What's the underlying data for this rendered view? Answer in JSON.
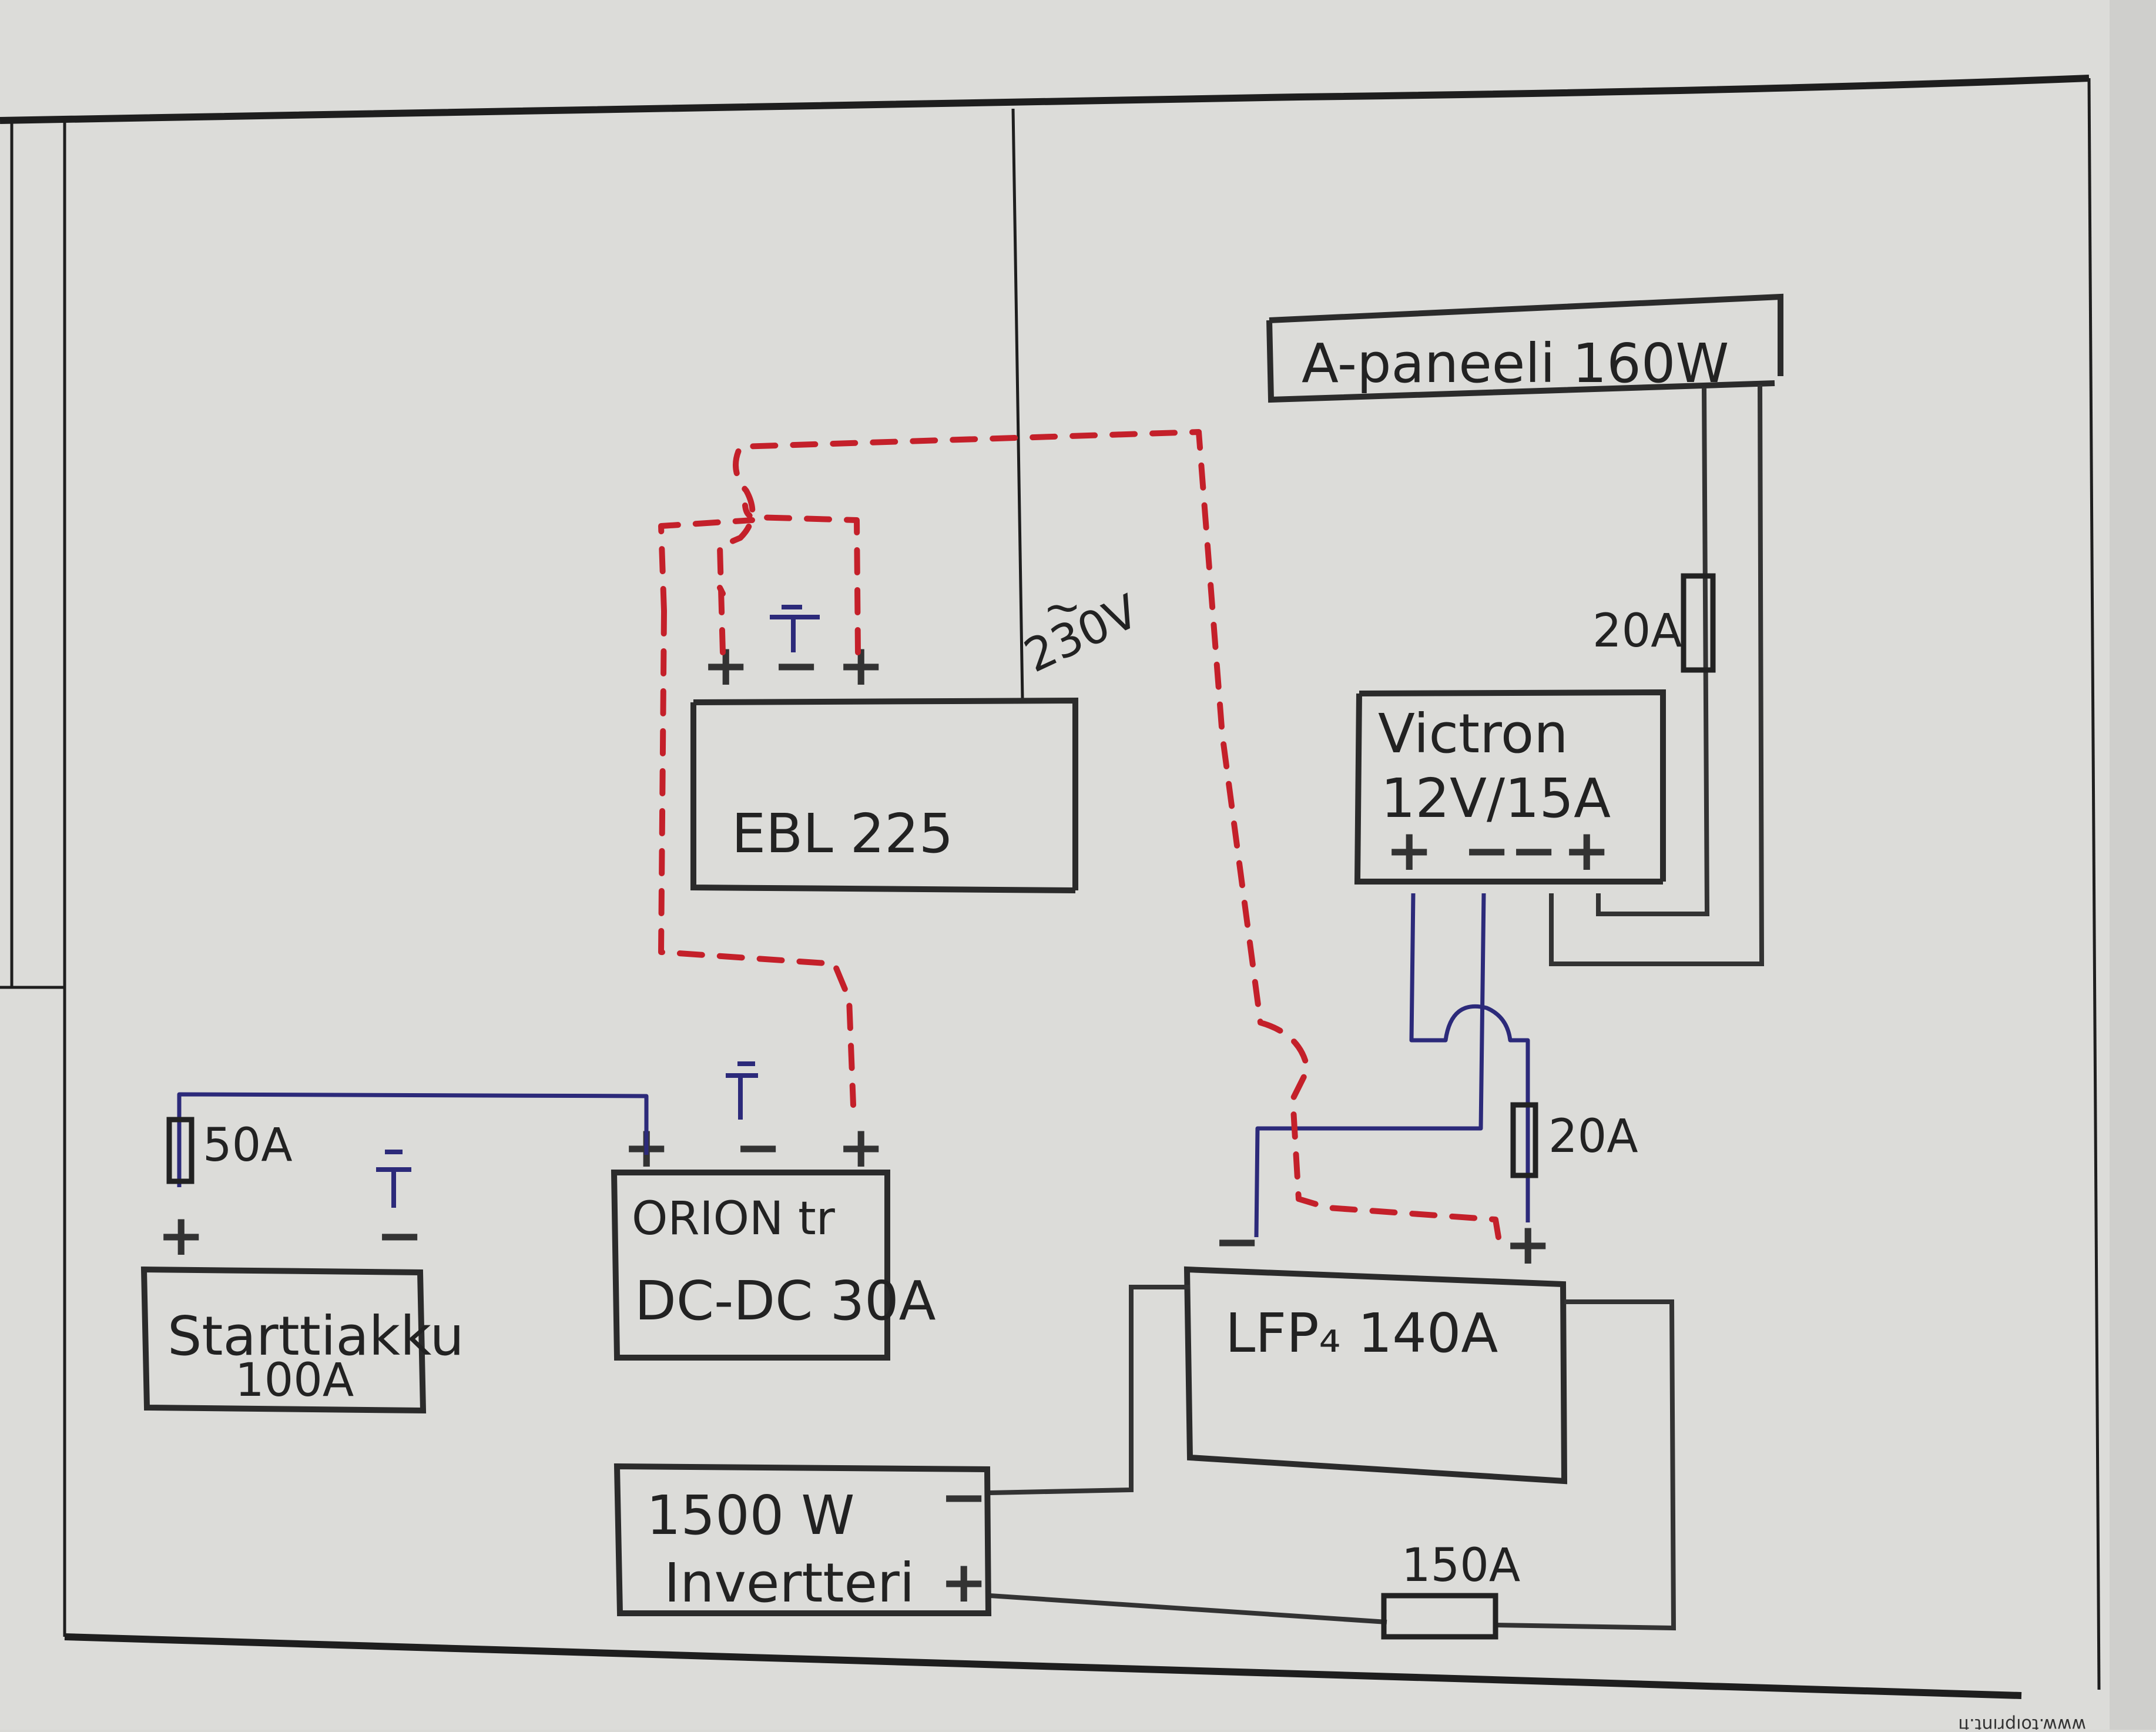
{
  "diagram": {
    "title": "Camper electrical wiring diagram (hand-drawn)",
    "components": {
      "solar_panel": {
        "label": "A-paneeli 160W"
      },
      "victron": {
        "line1": "Victron",
        "line2": "12V/15A",
        "terminals": [
          "+",
          "−",
          "−",
          "+"
        ]
      },
      "ebl": {
        "label": "EBL 225",
        "terminals": [
          "+",
          "−",
          "+"
        ],
        "ac_label_symbol": "~",
        "ac_label": "230V"
      },
      "orion": {
        "line1": "ORION tr",
        "line2": "DC-DC 30A",
        "terminals": [
          "+",
          "−",
          "+"
        ]
      },
      "starter_battery": {
        "line1": "Starttiakku",
        "line2": "100A",
        "terminals": [
          "+",
          "−"
        ]
      },
      "lfp_battery": {
        "label": "LFP₄ 140A",
        "terminals": [
          "−",
          "+"
        ]
      },
      "inverter": {
        "line1": "1500 W",
        "line2": "Invertteri",
        "terminals": [
          "−",
          "+"
        ]
      }
    },
    "fuses": [
      {
        "id": "solar-fuse",
        "label": "20A"
      },
      {
        "id": "victron-battery-fuse",
        "label": "20A"
      },
      {
        "id": "starter-fuse",
        "label": "50A"
      },
      {
        "id": "inverter-fuse",
        "label": "150A"
      }
    ],
    "wire_colors": {
      "positive_dashed": "#c4202a",
      "negative_blue": "#2c2a7a",
      "black": "#333333"
    },
    "printed_footer": "www.toiprint.fi"
  }
}
